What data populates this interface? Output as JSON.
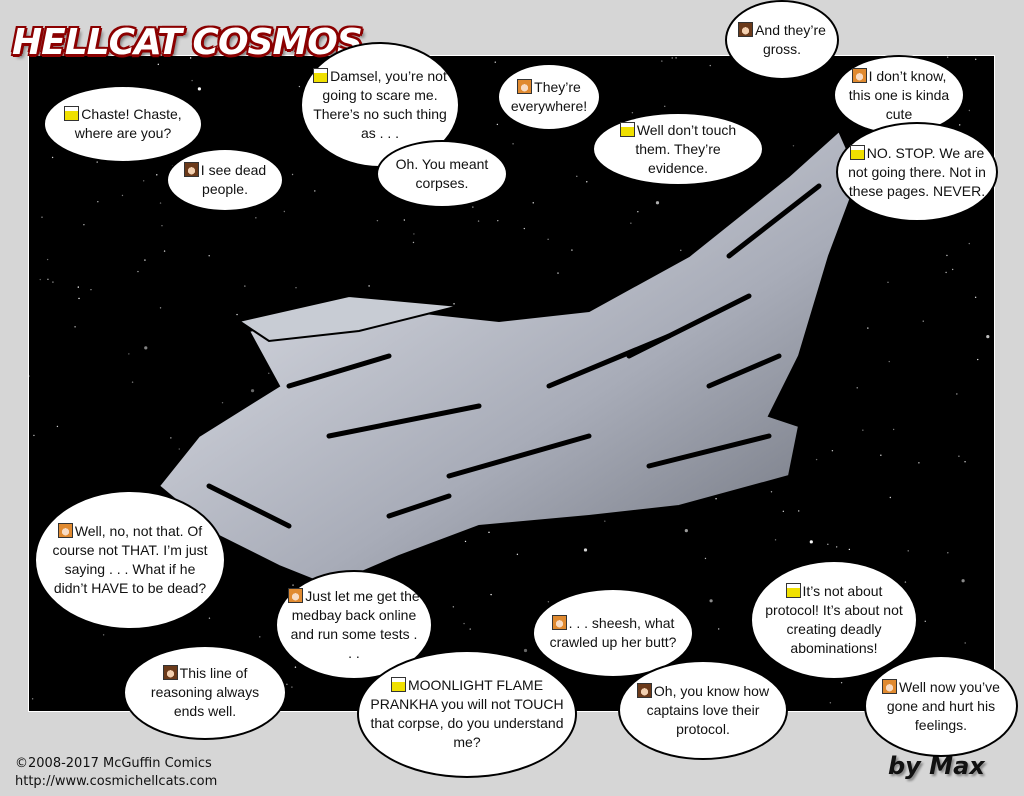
{
  "comic": {
    "title": "HELLCAT COSMOS",
    "byline": "by Max",
    "copyright": "©2008-2017 McGuffin Comics",
    "url": "http://www.cosmichellcats.com"
  },
  "bubbles": [
    {
      "speaker": "yellow",
      "text": "Chaste! Chaste, where are you?"
    },
    {
      "speaker": "brown",
      "text": "I see dead people."
    },
    {
      "speaker": "yellow",
      "text": "Damsel, you’re not going to scare me. There’s no such thing as . . ."
    },
    {
      "speaker": "",
      "text": "Oh. You meant corpses."
    },
    {
      "speaker": "orange",
      "text": "They’re everywhere!"
    },
    {
      "speaker": "yellow",
      "text": "Well don’t touch them. They’re evidence."
    },
    {
      "speaker": "brown",
      "text": "And they’re gross."
    },
    {
      "speaker": "orange",
      "text": "I don’t know, this one is kinda cute"
    },
    {
      "speaker": "yellow",
      "text": "NO. STOP. We are not going there. Not in these pages. NEVER."
    },
    {
      "speaker": "orange",
      "text": "Well, no, not that. Of course not THAT. I’m just saying . . . What if he didn’t HAVE to be dead?"
    },
    {
      "speaker": "orange",
      "text": "Just let me get the medbay back online and run some tests . . ."
    },
    {
      "speaker": "brown",
      "text": "This line of reasoning always ends well."
    },
    {
      "speaker": "yellow",
      "text": "MOONLIGHT FLAME PRANKHA you will not TOUCH that corpse, do you understand me?"
    },
    {
      "speaker": "orange",
      "text": ". . . sheesh, what crawled up her butt?"
    },
    {
      "speaker": "brown",
      "text": "Oh, you know how captains love their protocol."
    },
    {
      "speaker": "yellow",
      "text": "It’s not about protocol! It’s about not creating deadly abominations!"
    },
    {
      "speaker": "orange",
      "text": "Well now you’ve gone and hurt his feelings."
    }
  ]
}
